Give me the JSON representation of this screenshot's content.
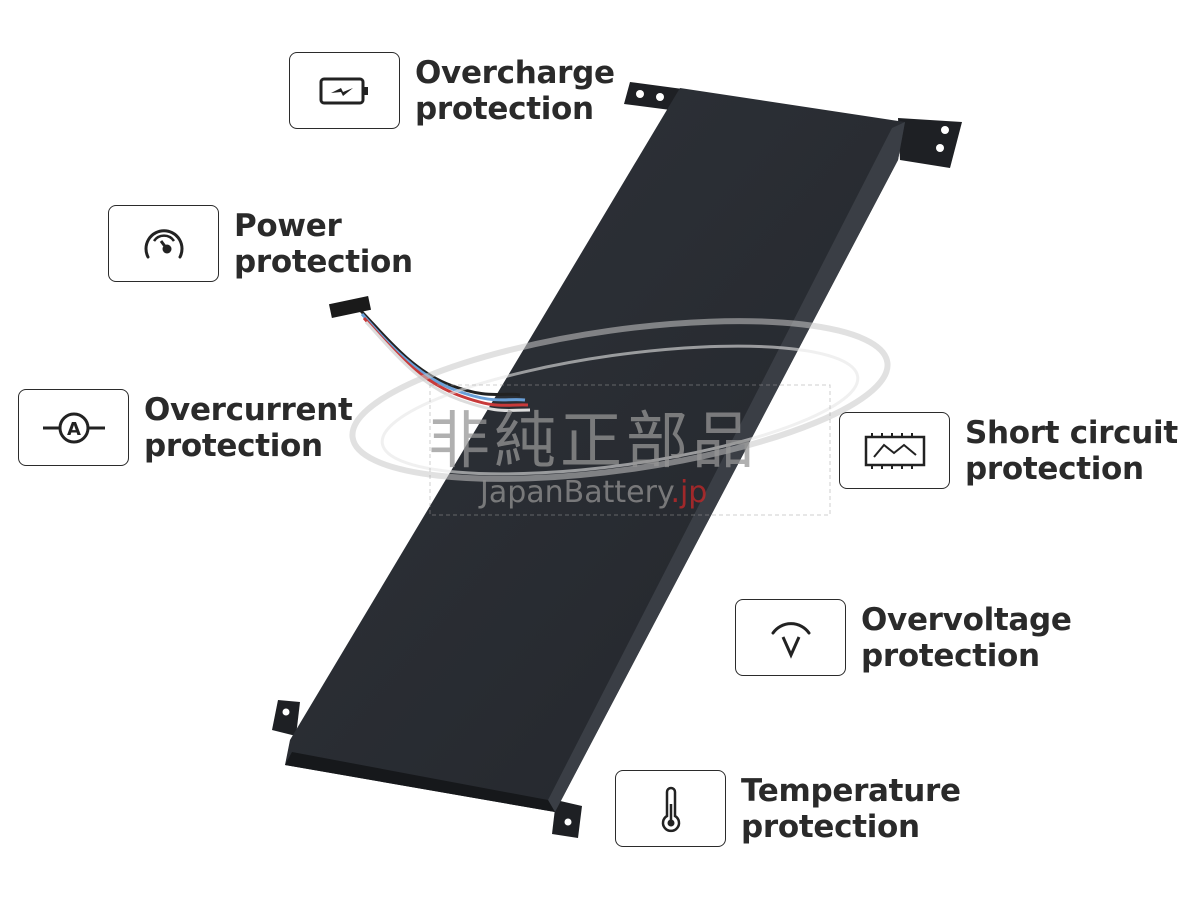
{
  "features": [
    {
      "id": "overcharge",
      "icon": "battery-charge-icon",
      "line1": "Overcharge",
      "line2": "protection"
    },
    {
      "id": "power",
      "icon": "gauge-icon",
      "line1": "Power",
      "line2": "protection"
    },
    {
      "id": "overcurrent",
      "icon": "ammeter-icon",
      "line1": "Overcurrent",
      "line2": "protection"
    },
    {
      "id": "short-circuit",
      "icon": "circuit-board-icon",
      "line1": "Short circuit",
      "line2": "protection"
    },
    {
      "id": "overvoltage",
      "icon": "voltmeter-icon",
      "line1": "Overvoltage",
      "line2": "protection"
    },
    {
      "id": "temperature",
      "icon": "thermometer-icon",
      "line1": "Temperature",
      "line2": "protection"
    }
  ],
  "watermark": {
    "kanji": "非純正部品",
    "brand": "JapanBattery",
    "tld": ".jp"
  }
}
